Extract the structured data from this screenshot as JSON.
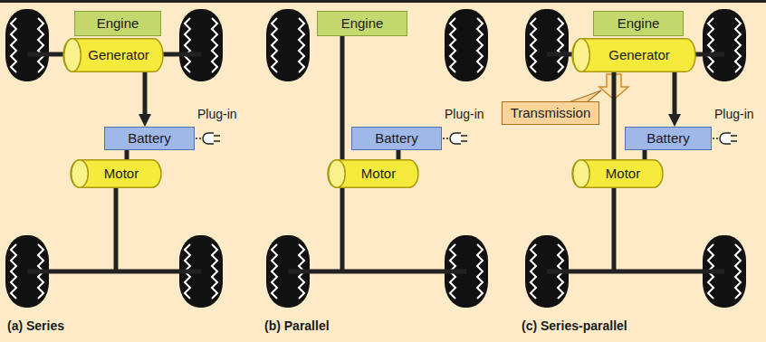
{
  "diagram": {
    "nodes": [
      {
        "text": [
          "Engine"
        ]
      },
      {
        "text": [
          "Generator"
        ]
      },
      {
        "text": [
          "Battery"
        ]
      },
      {
        "text": [
          "Motor"
        ]
      },
      {
        "text": [
          "Engine"
        ]
      },
      {
        "text": [
          "Battery"
        ]
      },
      {
        "text": [
          "Motor"
        ]
      },
      {
        "text": [
          "Engine"
        ]
      },
      {
        "text": [
          "Generator"
        ]
      },
      {
        "text": [
          "Transmission"
        ]
      },
      {
        "text": [
          "Battery"
        ]
      },
      {
        "text": [
          "Motor"
        ]
      }
    ],
    "edges": [
      {
        "from": 1,
        "to": 2,
        "arrow": "to"
      },
      {
        "from": 2,
        "to": 3,
        "arrow": "none"
      },
      {
        "from": 5,
        "to": 6,
        "arrow": "none"
      },
      {
        "from": 8,
        "to": 10,
        "arrow": "to"
      },
      {
        "from": 10,
        "to": 11,
        "arrow": "none"
      },
      {
        "from": 8,
        "to": 11,
        "arrow": "none"
      }
    ],
    "labels": [
      "Plug-in",
      "(a) Series",
      "Plug-in",
      "(b) Parallel",
      "Plug-in",
      "(c) Series-parallel"
    ]
  }
}
